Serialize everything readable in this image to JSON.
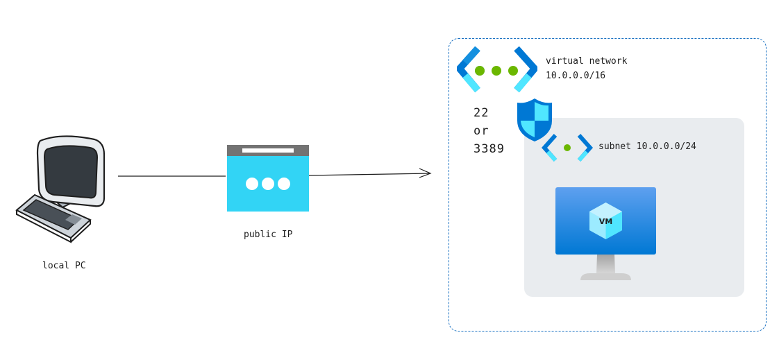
{
  "local_pc": {
    "label": "local PC"
  },
  "public_ip": {
    "label": "public IP"
  },
  "vnet": {
    "label": "virtual network",
    "cidr": "10.0.0.0/16"
  },
  "subnet": {
    "label": "subnet 10.0.0.0/24"
  },
  "ports": {
    "line1": "22",
    "line2": "or",
    "line3": "3389"
  },
  "vm": {
    "label": "VM"
  },
  "colors": {
    "vnet_border": "#1971c2",
    "subnet_bg": "#e9ecef",
    "azure_blue": "#0078d4",
    "azure_cyan": "#50e6ff",
    "dot_green": "#6bb700"
  }
}
